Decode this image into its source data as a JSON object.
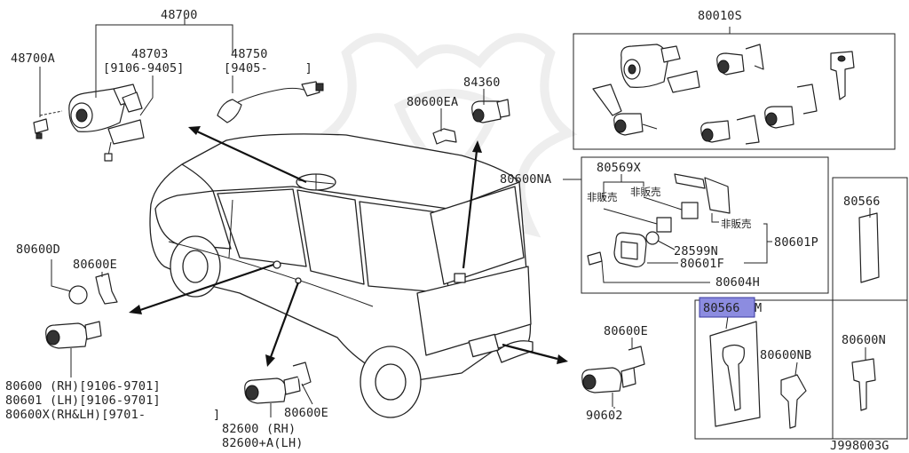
{
  "labels": {
    "p48700": "48700",
    "p48700A": "48700A",
    "p48703": "48703",
    "p48703_range": "[9106-9405]",
    "p48750": "48750",
    "p48750_range": "[9405-     ]",
    "p80010S": "80010S",
    "p84360": "84360",
    "p80600EA": "80600EA",
    "p80600NA": "80600NA",
    "p80569X": "80569X",
    "hihanbai1": "非販売",
    "hihanbai2": "非販売",
    "hihanbai3": "非販売",
    "p28599N": "28599N",
    "p80601F": "80601F",
    "p80604H": "80604H",
    "p80601P": "80601P",
    "p80566": "80566",
    "p80566M_a": "80566",
    "p80566M_b": "M",
    "p80600NB": "80600NB",
    "p80600N": "80600N",
    "p80600D": "80600D",
    "p80600E_left": "80600E",
    "p80600_rh": "80600 (RH)[9106-9701]",
    "p80601_lh": "80601 (LH)[9106-9701]",
    "p80600X": "80600X(RH&LH)[9701-",
    "p80600X_end": "]",
    "p80600E_mid": "80600E",
    "p82600_rh": "82600 (RH)",
    "p82600_lh": "82600+A(LH)",
    "p80600E_right": "80600E",
    "p90602": "90602",
    "diagram_code": "J998003G"
  },
  "colors": {
    "highlight": "#8c8ce0",
    "line": "#222222",
    "watermark": "#eeeeee"
  }
}
